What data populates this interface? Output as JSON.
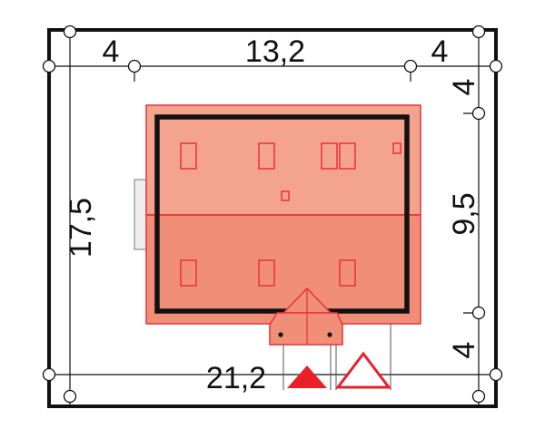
{
  "dimensions": {
    "top_left": "4",
    "top_middle": "13,2",
    "top_right": "4",
    "right_top": "4",
    "right_middle": "9,5",
    "right_bottom": "4",
    "left_total": "17,5",
    "bottom_total": "21,2"
  },
  "colors": {
    "roof_fill": "#f4a38f",
    "roof_lower_fill": "#f08e78",
    "roof_outline": "#e8323a",
    "wall_outline": "#111111",
    "entrance_triangle": "#e8202a",
    "frame": "#111111"
  },
  "icons": {
    "entry_marker": "filled-triangle",
    "north_marker": "outline-triangle"
  }
}
